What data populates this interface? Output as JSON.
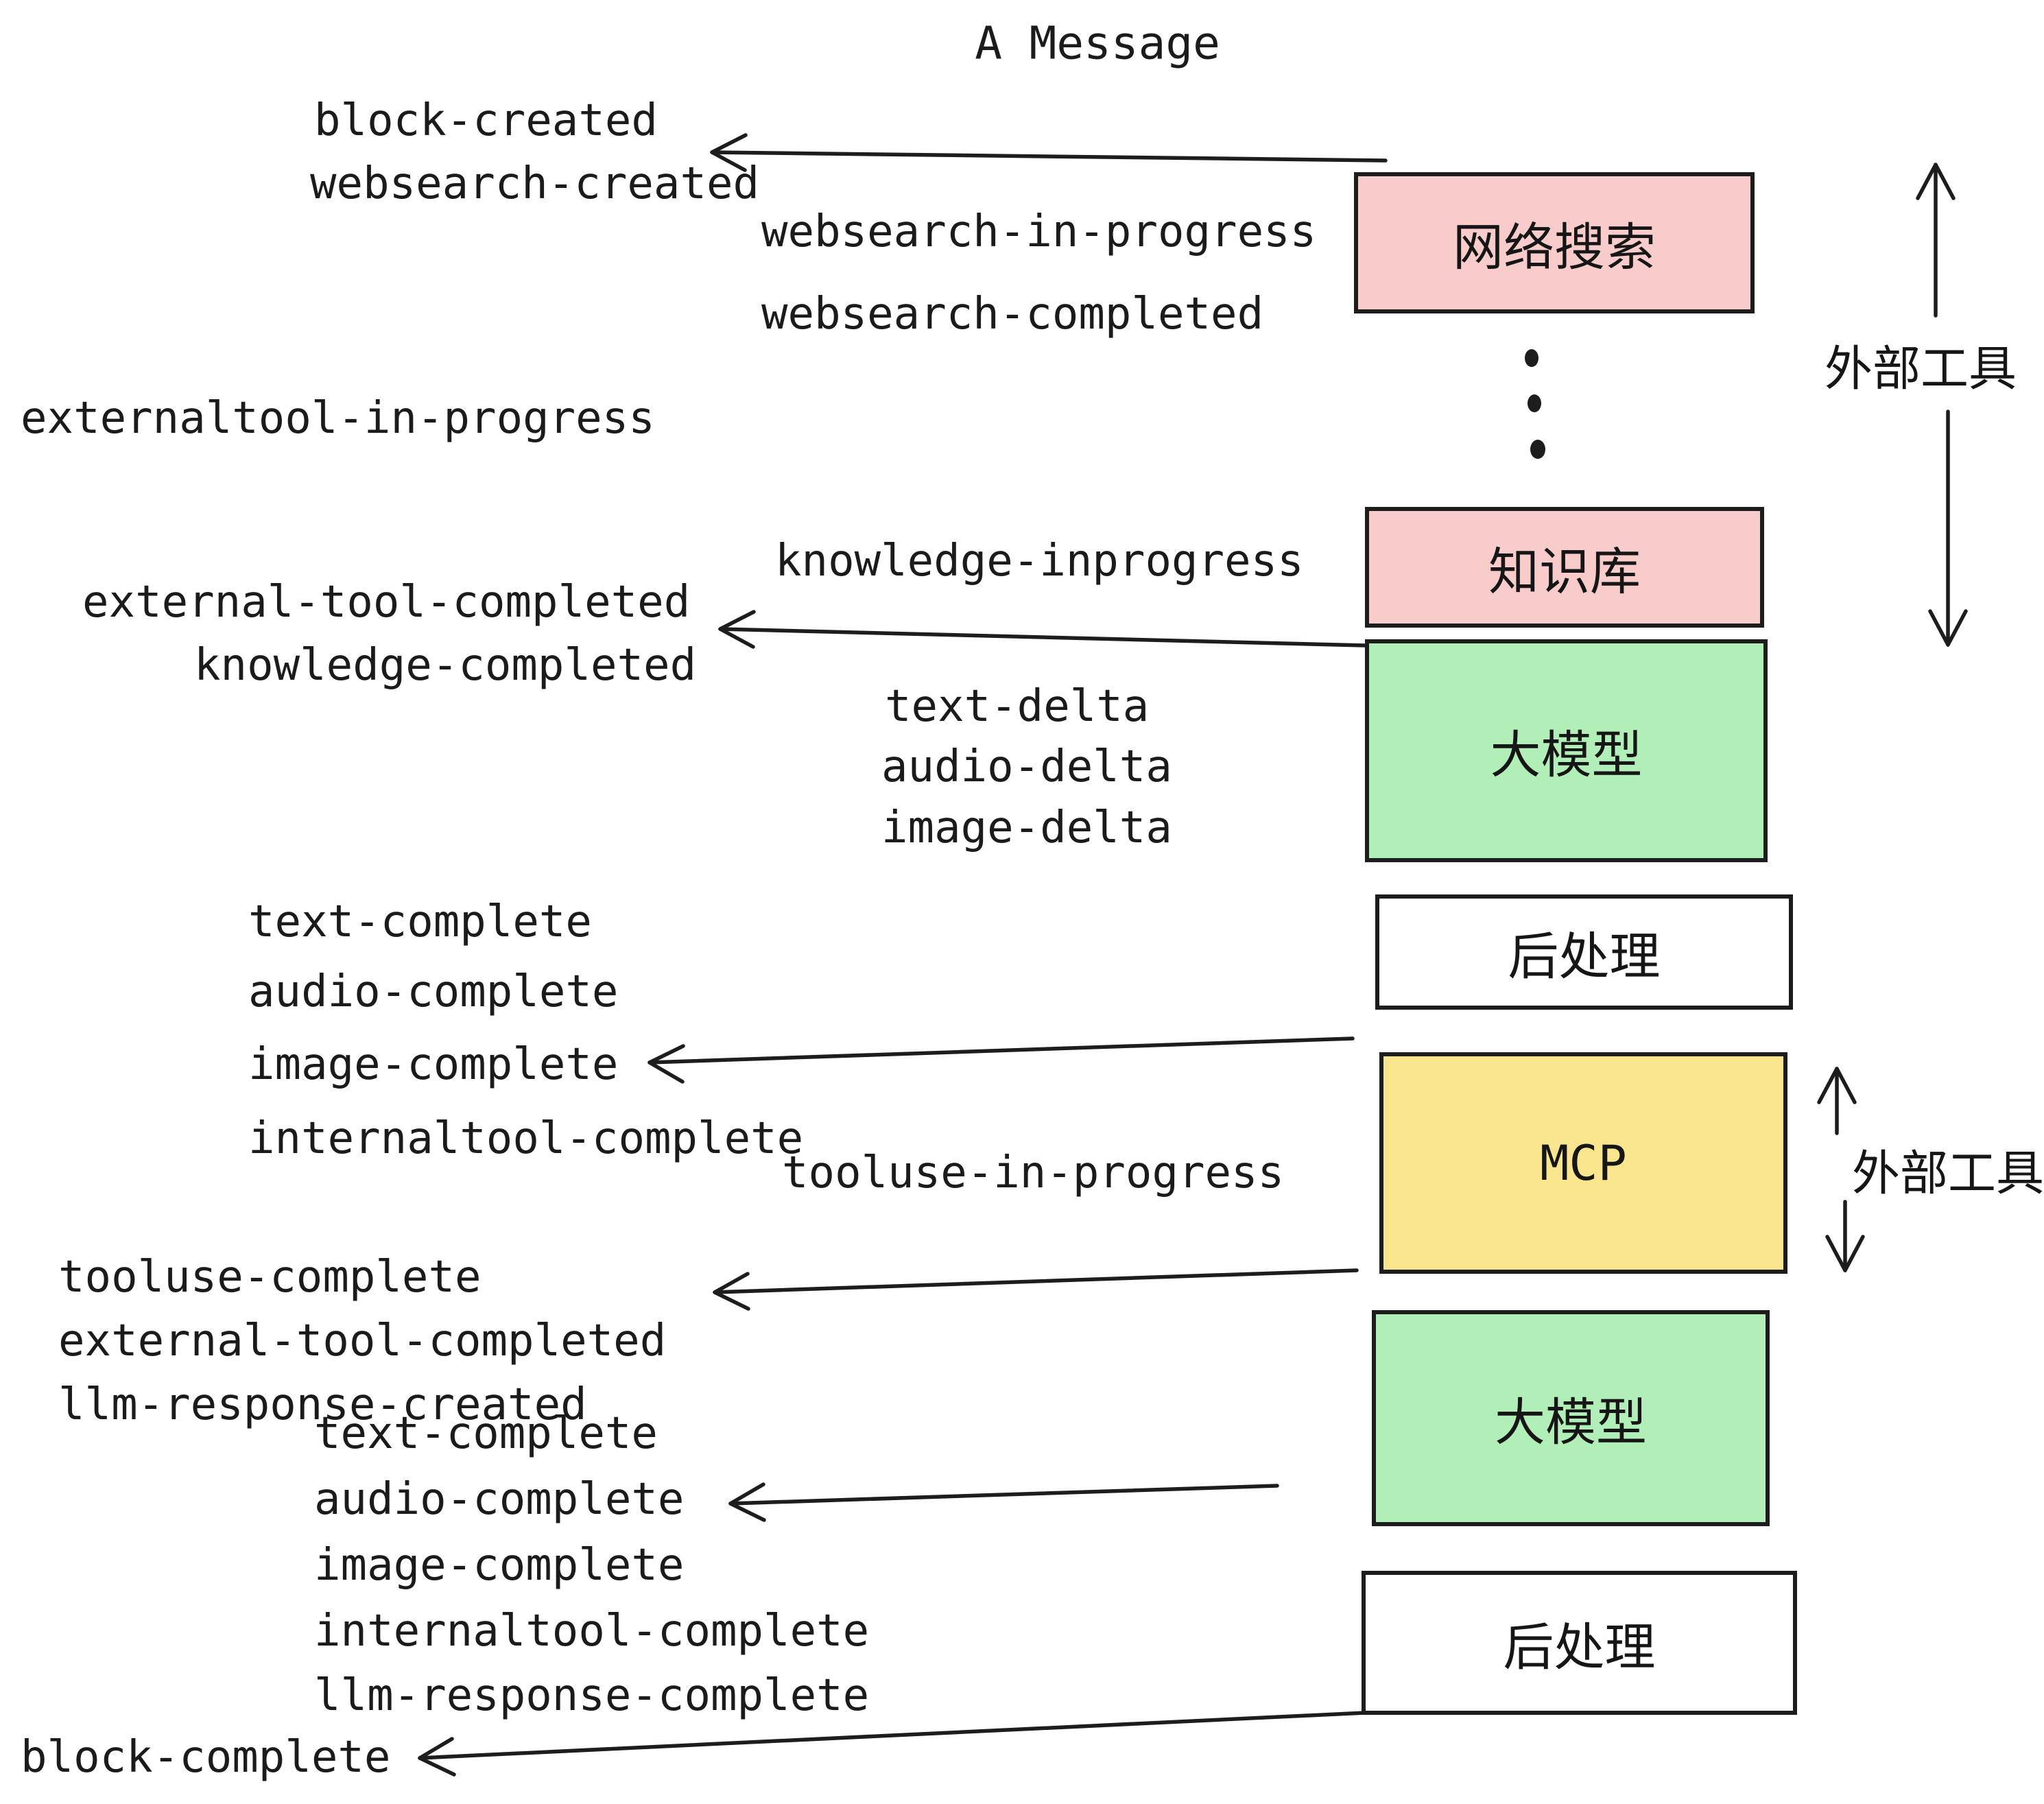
{
  "title": "A Message",
  "colors": {
    "pink": "#F9CCCC",
    "green": "#B2EFB8",
    "yellow": "#FAE58F",
    "white": "#FFFFFF",
    "ink": "#1D1D1D"
  },
  "events": [
    {
      "text": "block-created"
    },
    {
      "text": "websearch-created"
    },
    {
      "text": "websearch-in-progress"
    },
    {
      "text": "websearch-completed"
    },
    {
      "text": "externaltool-in-progress"
    },
    {
      "text": "knowledge-inprogress"
    },
    {
      "text": "external-tool-completed"
    },
    {
      "text": "knowledge-completed"
    },
    {
      "text": "text-delta"
    },
    {
      "text": "audio-delta"
    },
    {
      "text": "image-delta"
    },
    {
      "text": "text-complete"
    },
    {
      "text": "audio-complete"
    },
    {
      "text": "image-complete"
    },
    {
      "text": "internaltool-complete"
    },
    {
      "text": "tooluse-in-progress"
    },
    {
      "text": "tooluse-complete"
    },
    {
      "text": "external-tool-completed"
    },
    {
      "text": "llm-response-created"
    },
    {
      "text": "text-complete"
    },
    {
      "text": "audio-complete"
    },
    {
      "text": "image-complete"
    },
    {
      "text": "internaltool-complete"
    },
    {
      "text": "llm-response-complete"
    },
    {
      "text": "block-complete"
    }
  ],
  "boxes": [
    {
      "label": "网络搜索",
      "fill": "pink"
    },
    {
      "label": "知识库",
      "fill": "pink"
    },
    {
      "label": "大模型",
      "fill": "green"
    },
    {
      "label": "后处理",
      "fill": "white"
    },
    {
      "label": "MCP",
      "fill": "yellow"
    },
    {
      "label": "大模型",
      "fill": "green"
    },
    {
      "label": "后处理",
      "fill": "white"
    }
  ],
  "side_labels": [
    {
      "text": "外部工具"
    },
    {
      "text": "外部工具"
    }
  ]
}
